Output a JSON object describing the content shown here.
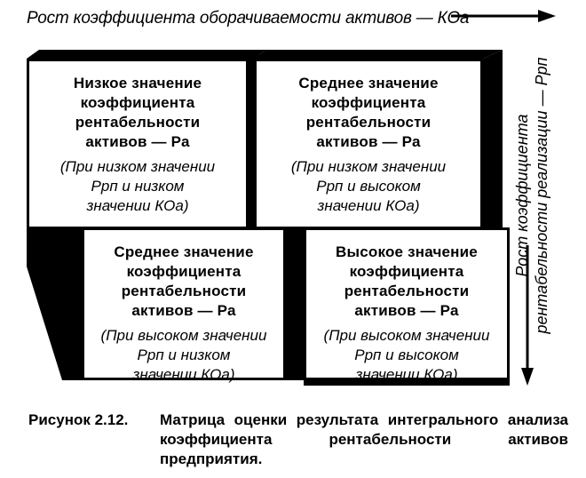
{
  "top_axis": {
    "label": "Рост коэффициента оборачиваемости активов — КОа"
  },
  "right_axis": {
    "label_line1": "Рост коэффициента",
    "label_line2": "рентабельности реализации — Ррп"
  },
  "cells": [
    {
      "title_l1": "Низкое значение",
      "title_l2": "коэффициента",
      "title_l3": "рентабельности",
      "title_l4": "активов — Ра",
      "note_l1": "(При низком значении",
      "note_l2": "Ррп и низком",
      "note_l3": "значении КОа)"
    },
    {
      "title_l1": "Среднее значение",
      "title_l2": "коэффициента",
      "title_l3": "рентабельности",
      "title_l4": "активов — Ра",
      "note_l1": "(При низком значении",
      "note_l2": "Ррп и высоком",
      "note_l3": "значении КОа)"
    },
    {
      "title_l1": "Среднее значение",
      "title_l2": "коэффициента",
      "title_l3": "рентабельности",
      "title_l4": "активов — Ра",
      "note_l1": "(При высоком значении",
      "note_l2": "Ррп и низком",
      "note_l3": "значении КОа)"
    },
    {
      "title_l1": "Высокое значение",
      "title_l2": "коэффициента",
      "title_l3": "рентабельности",
      "title_l4": "активов — Ра",
      "note_l1": "(При высоком значении",
      "note_l2": "Ррп и высоком",
      "note_l3": "значении КОа)"
    }
  ],
  "caption": {
    "number": "Рисунок 2.12.",
    "text": "Матрица оценки результата интегрального анализа коэффициента рентабельности активов предприятия."
  }
}
